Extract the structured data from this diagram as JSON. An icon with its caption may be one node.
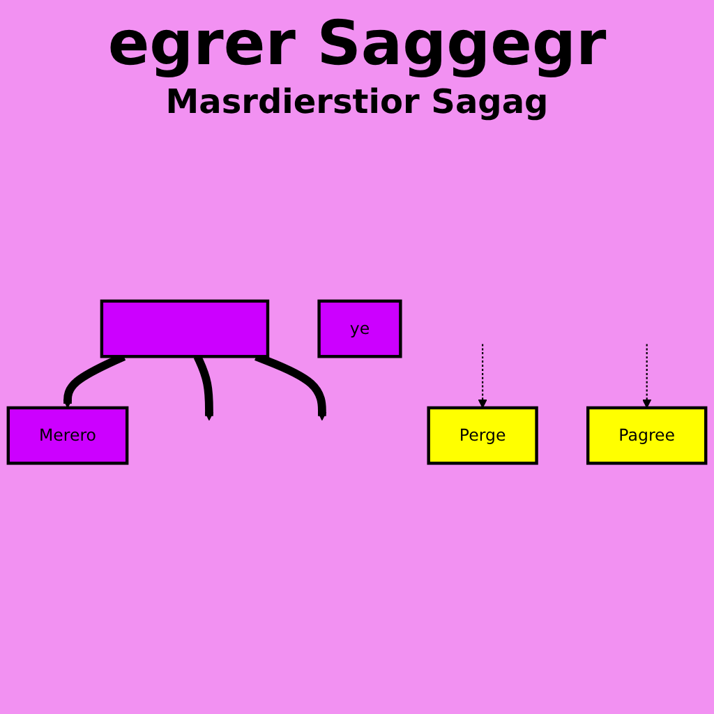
{
  "diagram": {
    "title": "egrer Saggegr",
    "nodes": [
      {
        "text": [
          "Merero"
        ]
      },
      {
        "text": [],
        "shape": "bar"
      },
      {
        "text": [
          "ye"
        ]
      },
      {
        "text": [
          "Perge"
        ]
      },
      {
        "text": [
          "Pagree"
        ]
      }
    ],
    "edges": [
      {
        "from": 1,
        "to": 0,
        "arrow": "to"
      },
      {
        "from": 1,
        "to": null,
        "arrow": "to"
      },
      {
        "from": 1,
        "to": null,
        "arrow": "to"
      },
      {
        "from": null,
        "to": 3,
        "arrow": "to",
        "style": "dashed"
      },
      {
        "from": null,
        "to": 4,
        "arrow": "to",
        "style": "dashed"
      }
    ],
    "labels": [
      "Masrdierstior Sagag"
    ]
  }
}
